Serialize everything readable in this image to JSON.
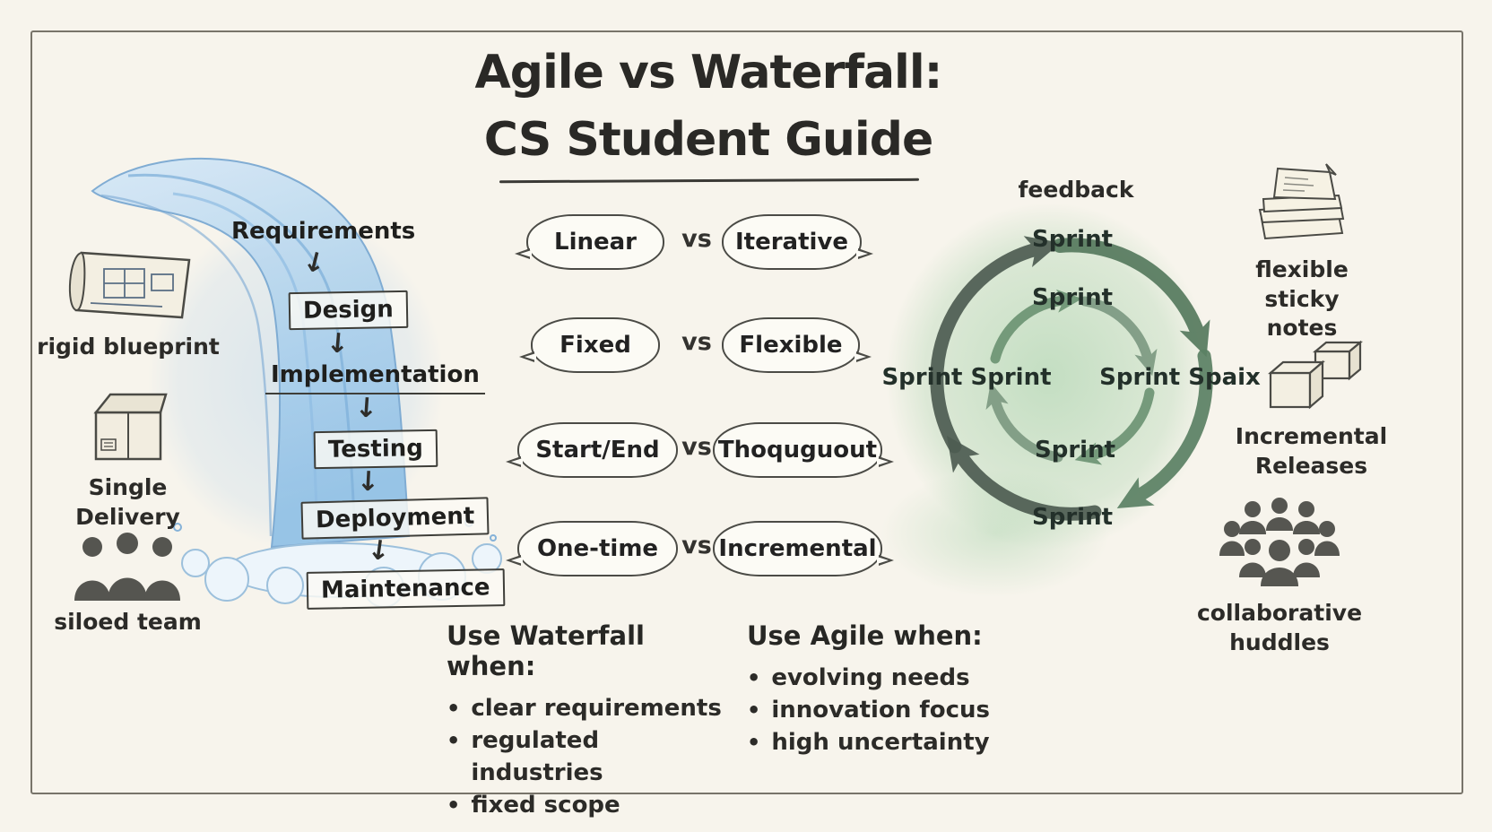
{
  "title": {
    "line1": "Agile vs Waterfall:",
    "line2": "CS Student Guide"
  },
  "bullet": "•",
  "comparisons": [
    {
      "left": "Linear",
      "mid": "vs",
      "right": "Iterative"
    },
    {
      "left": "Fixed",
      "mid": "vs",
      "right": "Flexible"
    },
    {
      "left": "Start/End",
      "mid": "vs",
      "right": "Thoquguout"
    },
    {
      "left": "One-time",
      "mid": "vs",
      "right": "Incremental"
    }
  ],
  "waterfall": {
    "arrow": "↓",
    "stages": [
      "Requirements",
      "Design",
      "Implementation",
      "Testing",
      "Deployment",
      "Maintenance"
    ],
    "icons": [
      {
        "icon": "blueprint-icon",
        "label": "rigid blueprint"
      },
      {
        "icon": "package-icon",
        "label": "Single Delivery"
      },
      {
        "icon": "team-icon",
        "label": "siloed team"
      }
    ],
    "when": {
      "heading": "Use Waterfall when:",
      "items": [
        "clear requirements",
        "regulated industries",
        "fixed scope"
      ]
    }
  },
  "agile": {
    "feedback": "feedback",
    "sprints": {
      "top": "Sprint",
      "inner_top": "Sprint",
      "left_pair": "Sprint Sprint",
      "right_pair": "Sprint Spaix",
      "inner_bottom": "Sprint",
      "bottom": "Sprint"
    },
    "icons": [
      {
        "icon": "sticky-notes-icon",
        "label": "flexible\nsticky notes"
      },
      {
        "icon": "boxes-icon",
        "label": "Incremental\nReleases"
      },
      {
        "icon": "huddle-icon",
        "label": "collaborative\nhuddles"
      }
    ],
    "when": {
      "heading": "Use Agile when:",
      "items": [
        "evolving needs",
        "innovation focus",
        "high uncertainty"
      ]
    }
  },
  "colors": {
    "waterfall_blue": "#9ec9ea",
    "agile_green": "#90c898",
    "ink": "#2c2b28"
  }
}
